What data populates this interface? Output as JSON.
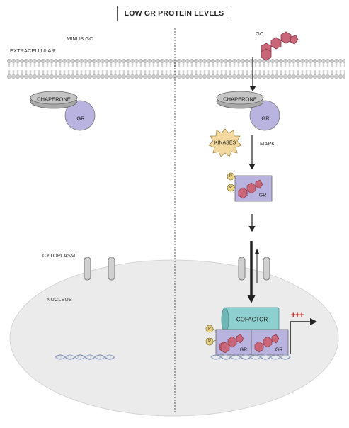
{
  "title": "LOW GR PROTEIN LEVELS",
  "labels": {
    "minus_gc": "MINUS GC",
    "extracellular": "EXTRACELLULAR",
    "gc": "GC",
    "chaperone": "CHAPERONE",
    "gr": "GR",
    "kinases": "KINASES",
    "mapk": "MAPK",
    "cytoplasm": "CYTOPLASM",
    "nucleus": "NUCLEUS",
    "cofactor": "COFACTOR",
    "phospho": "P",
    "transcription": "+++"
  },
  "colors": {
    "gc_molecule": "#c9667a",
    "gr_purple": "#b9b3e0",
    "chaperone_gray": "#a9a9a9",
    "kinase_yellow": "#f3d9a0",
    "cofactor_teal": "#8ecfcf",
    "nucleus_gray": "#eaeaea",
    "phospho_yellow": "#e8d287",
    "activation_red": "#cc1b1b"
  }
}
